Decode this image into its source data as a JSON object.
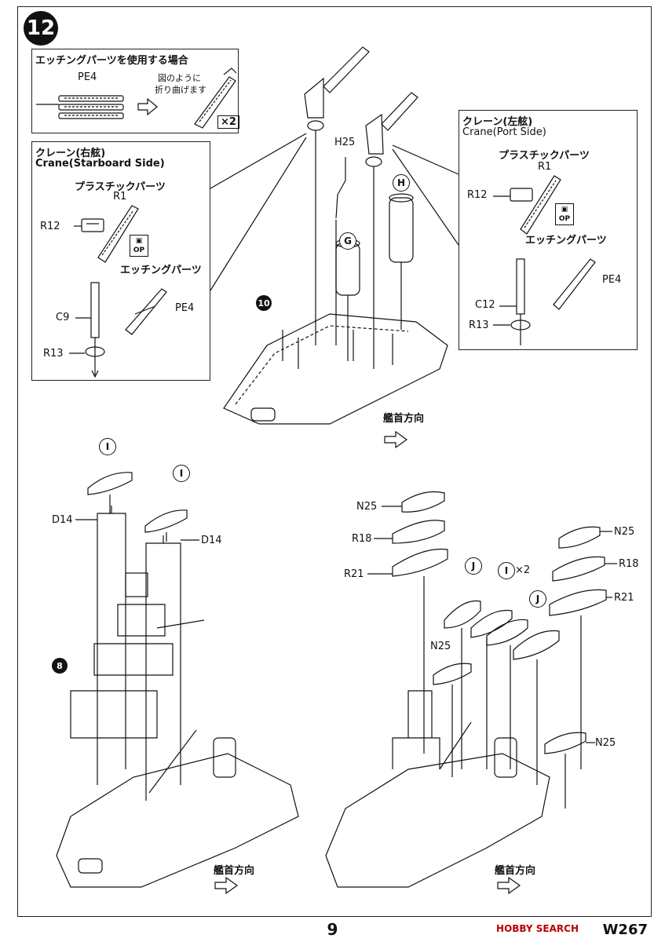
{
  "step": "12",
  "etching_box": {
    "title": "エッチングパーツを使用する場合",
    "part": "PE4",
    "note_line1": "図のように",
    "note_line2": "折り曲げます",
    "multiplier": "×2"
  },
  "crane_starboard": {
    "title_jp": "クレーン(右舷)",
    "title_en": "Crane(Starboard Side)",
    "plastic_parts": "プラスチックパーツ",
    "etching_parts": "エッチングパーツ",
    "parts": [
      "R1",
      "R12",
      "C9",
      "R13",
      "PE4"
    ],
    "op_label": "OP"
  },
  "crane_port": {
    "title_jp": "クレーン(左舷)",
    "title_en": "Crane(Port Side)",
    "plastic_parts": "プラスチックパーツ",
    "etching_parts": "エッチングパーツ",
    "parts": [
      "R1",
      "R12",
      "C12",
      "R13",
      "PE4"
    ],
    "op_label": "OP"
  },
  "main_assembly": {
    "part_h25": "H25",
    "part_g": "G",
    "part_h": "H",
    "ref_step": "10",
    "bow_direction": "艦首方向"
  },
  "lower_left": {
    "part_i1": "I",
    "part_i2": "I",
    "part_d14_left": "D14",
    "part_d14_right": "D14",
    "ref_step": "8",
    "bow_direction": "艦首方向"
  },
  "lower_right": {
    "n25_a": "N25",
    "r18_a": "R18",
    "r21_a": "R21",
    "n25_b": "N25",
    "r18_b": "R18",
    "r21_b": "R21",
    "part_j1": "J",
    "part_i": "I",
    "i_multiplier": "×2",
    "part_j2": "J",
    "n25_c": "N25",
    "n25_d": "N25",
    "bow_direction": "艦首方向"
  },
  "footer": {
    "page": "9",
    "code": "W267",
    "watermark": "HOBBY SEARCH"
  }
}
